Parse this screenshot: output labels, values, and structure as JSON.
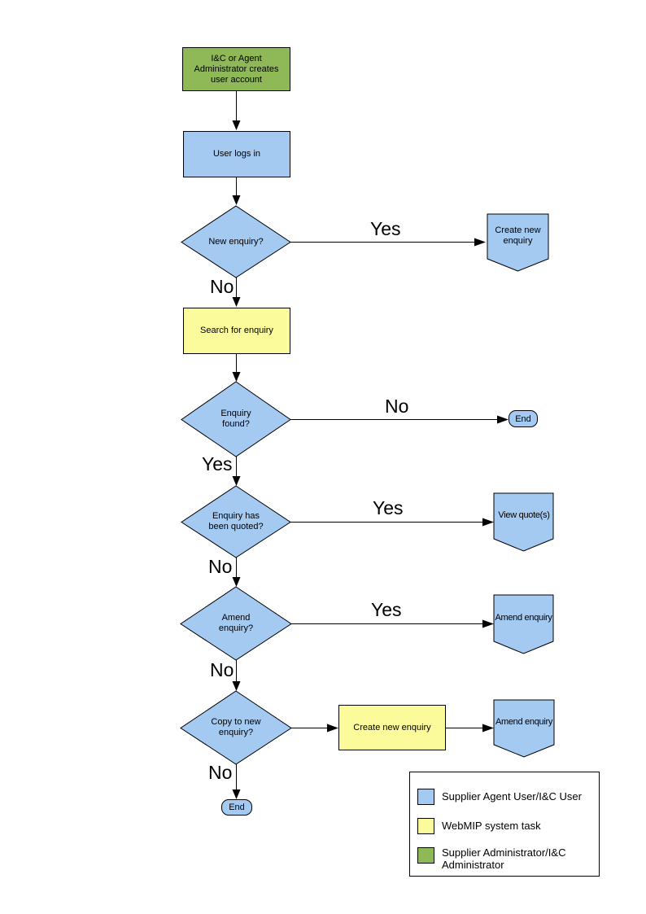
{
  "palette": {
    "process_blue": "#A4CAF2",
    "task_yellow": "#FBFB9B",
    "admin_green": "#8FB857",
    "outline": "#000000"
  },
  "nodes": {
    "admin_creates_account": "I&C or Agent Administrator creates user account",
    "user_logs_in": "User logs in",
    "new_enquiry_q": "New enquiry?",
    "create_new_enquiry_offpage": "Create new enquiry",
    "search_for_enquiry": "Search for enquiry",
    "enquiry_found_q": "Enquiry found?",
    "end_enquiry_not_found": "End",
    "enquiry_quoted_q": "Enquiry has been quoted?",
    "view_quotes": "View quote(s)",
    "amend_enquiry_q": "Amend enquiry?",
    "amend_enquiry_offpage_1": "Amend enquiry",
    "copy_to_new_enquiry_q": "Copy to new enquiry?",
    "create_new_enquiry_task": "Create new enquiry",
    "amend_enquiry_offpage_2": "Amend enquiry",
    "end_final": "End"
  },
  "edge_labels": {
    "new_enquiry_yes": "Yes",
    "new_enquiry_no": "No",
    "enquiry_found_no": "No",
    "enquiry_found_yes": "Yes",
    "enquiry_quoted_yes": "Yes",
    "enquiry_quoted_no": "No",
    "amend_enquiry_yes": "Yes",
    "amend_enquiry_no": "No",
    "copy_to_new_no": "No"
  },
  "legend": {
    "items": [
      {
        "swatch_color": "#A4CAF2",
        "label": "Supplier Agent User/I&C User"
      },
      {
        "swatch_color": "#FBFB9B",
        "label": "WebMIP system task"
      },
      {
        "swatch_color": "#8FB857",
        "label": "Supplier Administrator/I&C Administrator"
      }
    ]
  }
}
